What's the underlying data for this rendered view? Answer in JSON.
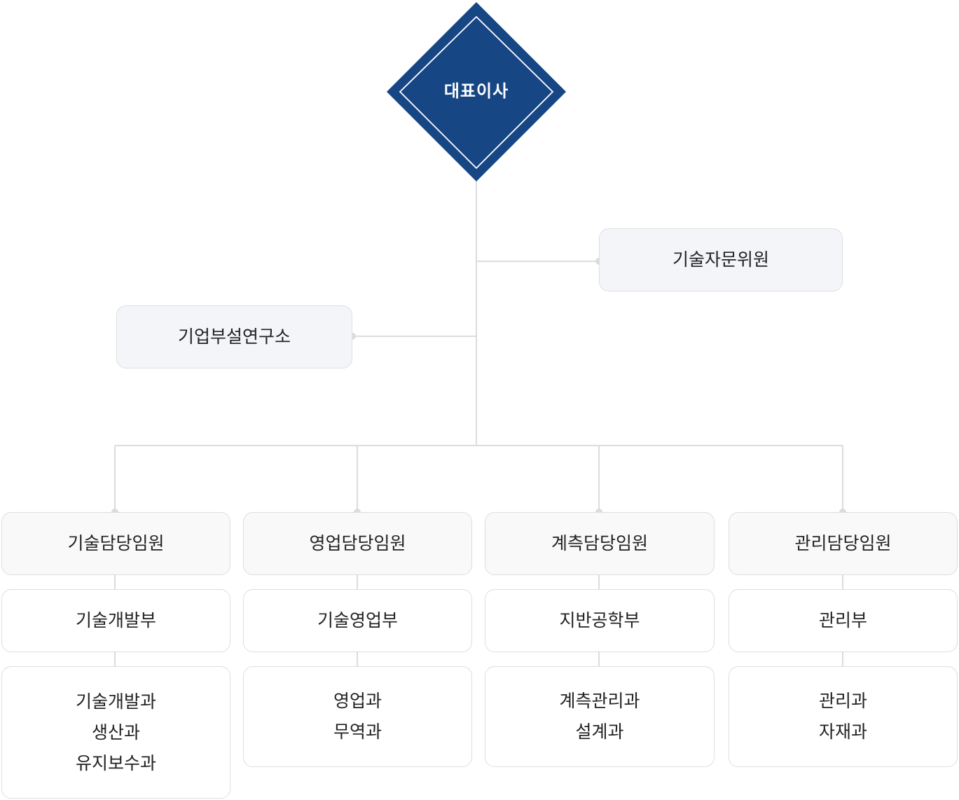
{
  "ceo": {
    "label": "대표이사"
  },
  "advisor": {
    "label": "기술자문위원"
  },
  "institute": {
    "label": "기업부설연구소"
  },
  "columns": [
    {
      "head": "기술담당임원",
      "dept": "기술개발부",
      "teams": [
        "기술개발과",
        "생산과",
        "유지보수과"
      ]
    },
    {
      "head": "영업담당임원",
      "dept": "기술영업부",
      "teams": [
        "영업과",
        "무역과"
      ]
    },
    {
      "head": "계측담당임원",
      "dept": "지반공학부",
      "teams": [
        "계측관리과",
        "설계과"
      ]
    },
    {
      "head": "관리담당임원",
      "dept": "관리부",
      "teams": [
        "관리과",
        "자재과"
      ]
    }
  ],
  "colors": {
    "ceo_fill": "#174685",
    "line": "#dcdcdc",
    "dot": "#dcdcdc",
    "side_box_bg": "#f3f5f9",
    "head_box_bg": "#f9f9f9",
    "box_border": "#dedee0"
  }
}
